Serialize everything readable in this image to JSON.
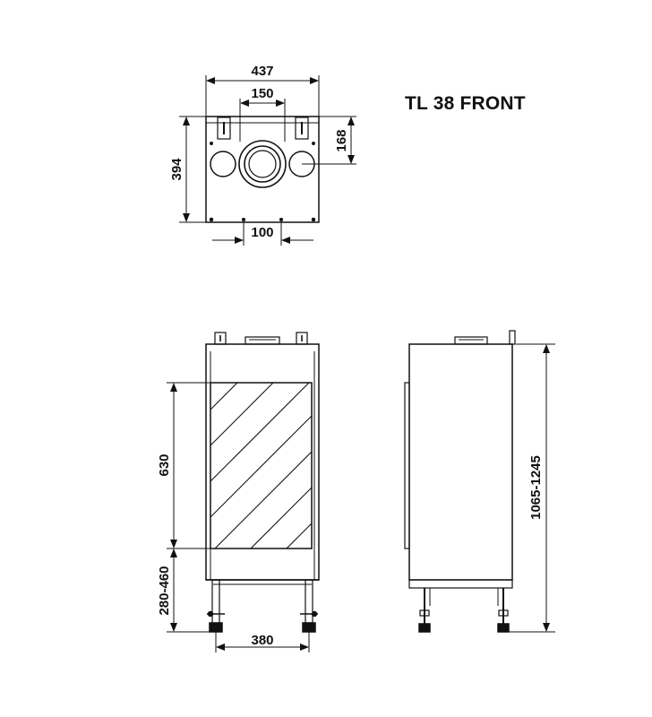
{
  "title": "TL 38 FRONT",
  "top_view": {
    "width_overall": "437",
    "width_center": "150",
    "height_overall": "394",
    "right_offset": "168",
    "bottom_width": "100"
  },
  "front_view": {
    "glass_height": "630",
    "leg_height": "280-460",
    "width": "380"
  },
  "side_view": {
    "total_height": "1065-1245"
  }
}
